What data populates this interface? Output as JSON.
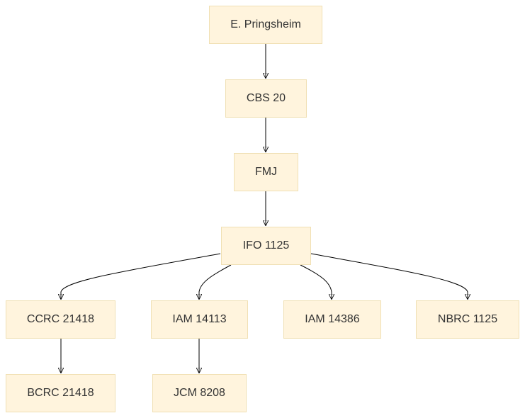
{
  "colors": {
    "node_fill": "#fff4dd",
    "node_border": "#f0e0b4",
    "edge": "#000000",
    "text": "#333333"
  },
  "nodes": {
    "pringsheim": "E. Pringsheim",
    "cbs20": "CBS 20",
    "fmj": "FMJ",
    "ifo1125": "IFO 1125",
    "ccrc21418": "CCRC 21418",
    "iam14113": "IAM 14113",
    "iam14386": "IAM 14386",
    "nbrc1125": "NBRC 1125",
    "bcrc21418": "BCRC 21418",
    "jcm8208": "JCM 8208"
  },
  "edges": [
    [
      "pringsheim",
      "cbs20"
    ],
    [
      "cbs20",
      "fmj"
    ],
    [
      "fmj",
      "ifo1125"
    ],
    [
      "ifo1125",
      "ccrc21418"
    ],
    [
      "ifo1125",
      "iam14113"
    ],
    [
      "ifo1125",
      "iam14386"
    ],
    [
      "ifo1125",
      "nbrc1125"
    ],
    [
      "ccrc21418",
      "bcrc21418"
    ],
    [
      "iam14113",
      "jcm8208"
    ]
  ]
}
